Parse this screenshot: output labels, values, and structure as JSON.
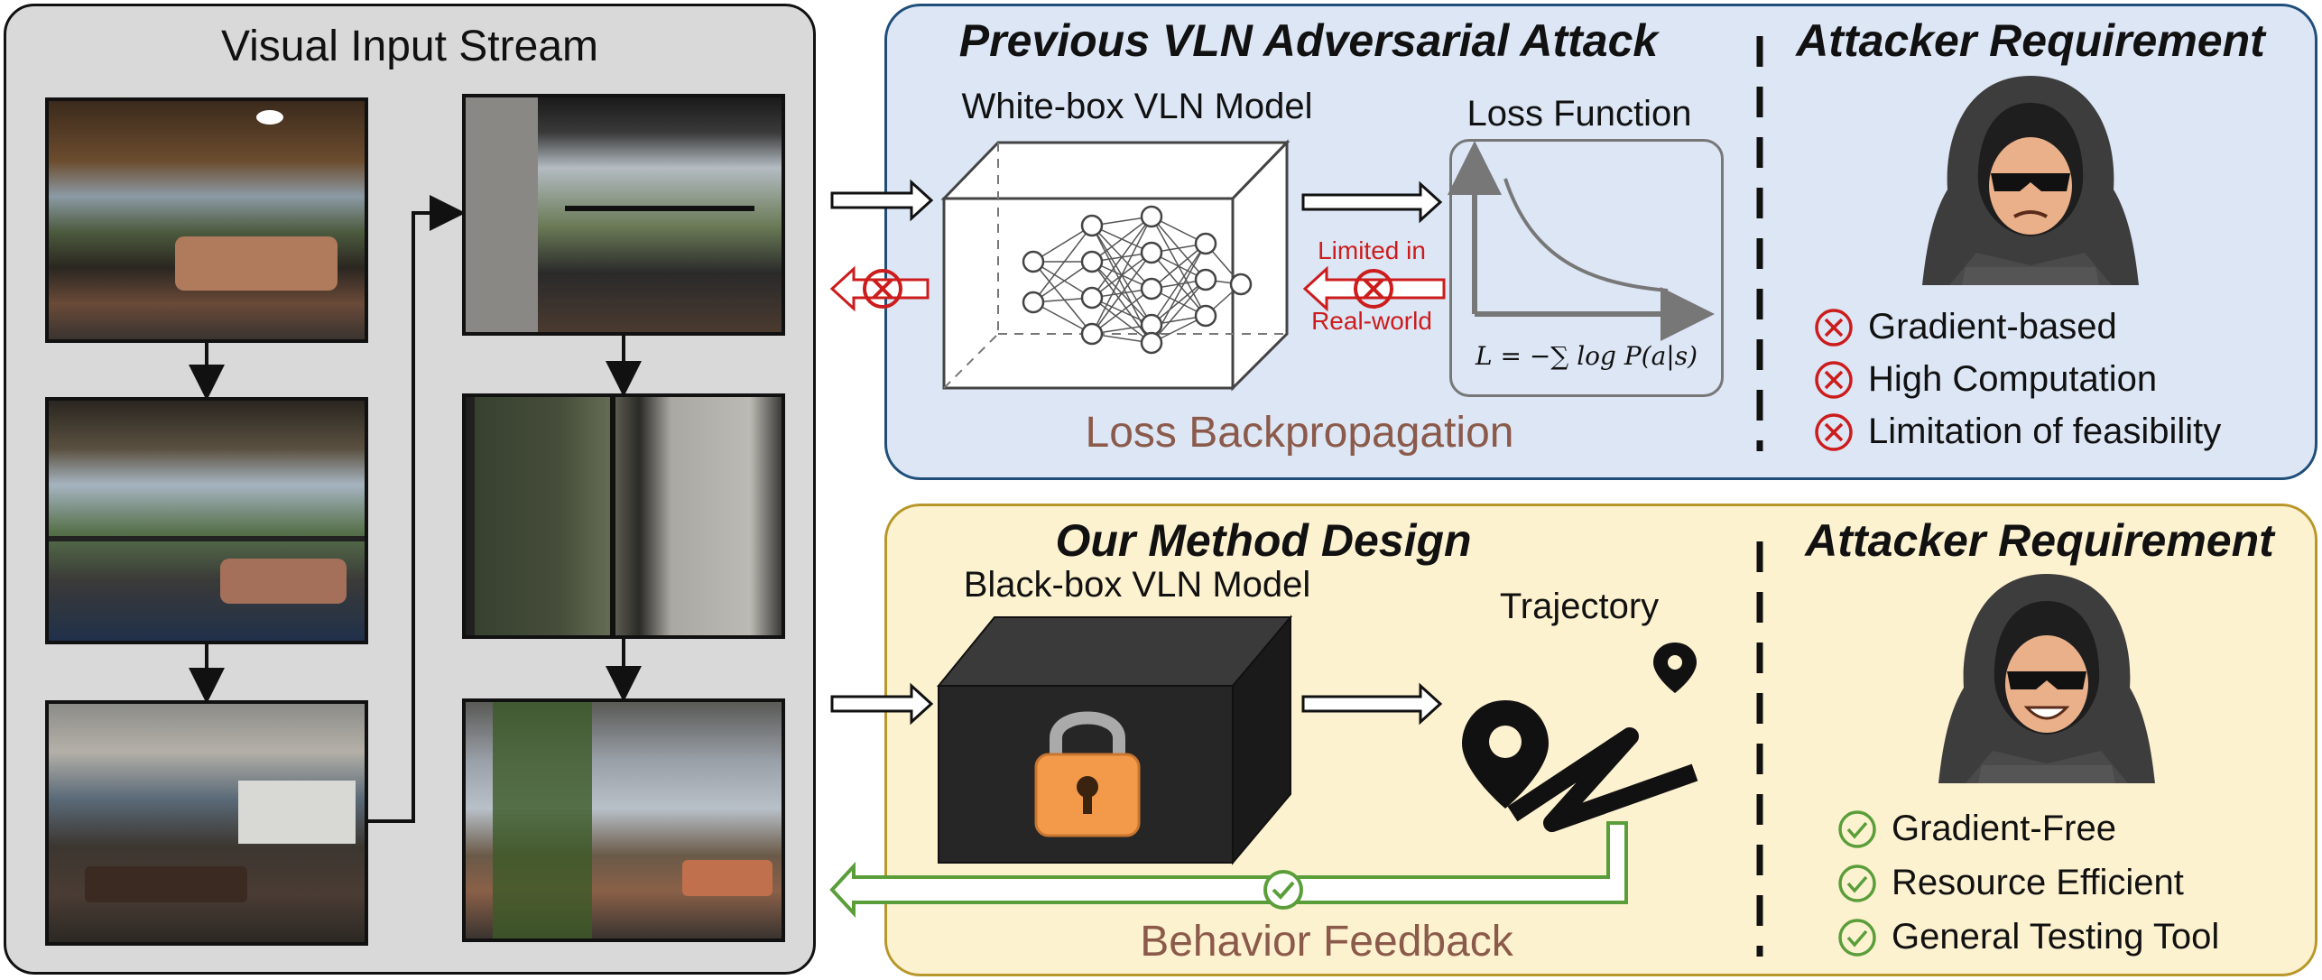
{
  "left_panel": {
    "title": "Visual Input Stream",
    "frames": [
      "frame-1",
      "frame-2",
      "frame-3",
      "frame-4",
      "frame-5",
      "frame-6"
    ]
  },
  "top_panel": {
    "title": "Previous VLN Adversarial Attack",
    "model_label": "White-box VLN Model",
    "loss_label": "Loss Function",
    "loss_formula": "L = −∑ log P(a|s)",
    "limited_line1": "Limited in",
    "limited_line2": "Real-world",
    "backprop_label": "Loss Backpropagation",
    "requirement_title": "Attacker Requirement",
    "requirements": [
      "Gradient-based",
      "High Computation",
      "Limitation of feasibility"
    ]
  },
  "bottom_panel": {
    "title": "Our Method Design",
    "model_label": "Black-box VLN Model",
    "trajectory_label": "Trajectory",
    "feedback_label": "Behavior Feedback",
    "requirement_title": "Attacker Requirement",
    "requirements": [
      "Gradient-Free",
      "Resource Efficient",
      "General Testing Tool"
    ]
  },
  "colors": {
    "left_bg": "#d9d9d9",
    "top_bg": "#dce6f5",
    "top_border": "#1f4e79",
    "bottom_bg": "#fdf2d0",
    "bottom_border": "#b8972a",
    "red": "#cc1c1c",
    "green": "#5a9e3a",
    "brown_text": "#8b5a4a",
    "lock_orange": "#f29a4a"
  }
}
